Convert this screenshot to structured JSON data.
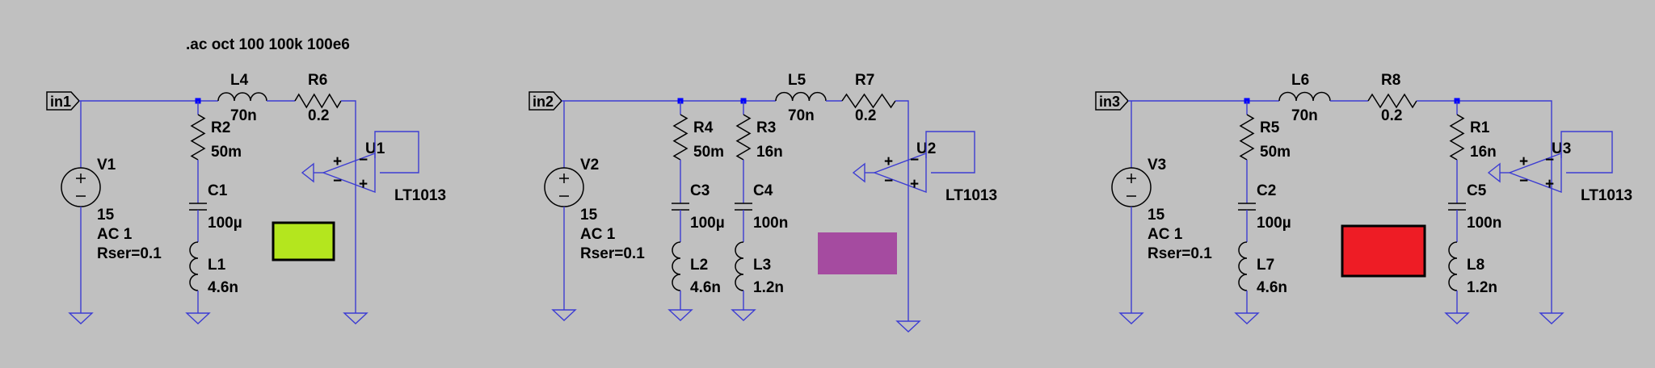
{
  "directive": ".ac oct 100 100k 100e6",
  "colors": {
    "wire": "#3c3cd2",
    "component": "#000000",
    "background": "#c0c0c0"
  },
  "circuits": [
    {
      "net": "in1",
      "source": {
        "name": "V1",
        "value": "15",
        "ac": "AC 1",
        "rser": "Rser=0.1"
      },
      "inductor_series": {
        "name": "L4",
        "value": "70n"
      },
      "resistor_series": {
        "name": "R6",
        "value": "0.2"
      },
      "branches": [
        {
          "r": {
            "name": "R2",
            "value": "50m"
          },
          "c": {
            "name": "C1",
            "value": "100µ"
          },
          "l": {
            "name": "L1",
            "value": "4.6n"
          }
        }
      ],
      "opamp": {
        "name": "U1",
        "model": "LT1013"
      },
      "swatch": {
        "color": "#b4e61e",
        "border": "#000000"
      }
    },
    {
      "net": "in2",
      "source": {
        "name": "V2",
        "value": "15",
        "ac": "AC 1",
        "rser": "Rser=0.1"
      },
      "inductor_series": {
        "name": "L5",
        "value": "70n"
      },
      "resistor_series": {
        "name": "R7",
        "value": "0.2"
      },
      "branches": [
        {
          "r": {
            "name": "R4",
            "value": "50m"
          },
          "c": {
            "name": "C3",
            "value": "100µ"
          },
          "l": {
            "name": "L2",
            "value": "4.6n"
          }
        },
        {
          "r": {
            "name": "R3",
            "value": "16n"
          },
          "c": {
            "name": "C4",
            "value": "100n"
          },
          "l": {
            "name": "L3",
            "value": "1.2n"
          }
        }
      ],
      "opamp": {
        "name": "U2",
        "model": "LT1013"
      },
      "swatch": {
        "color": "#a54ba0",
        "border": "#a54ba0"
      }
    },
    {
      "net": "in3",
      "source": {
        "name": "V3",
        "value": "15",
        "ac": "AC 1",
        "rser": "Rser=0.1"
      },
      "inductor_series": {
        "name": "L6",
        "value": "70n"
      },
      "resistor_series": {
        "name": "R8",
        "value": "0.2"
      },
      "branches": [
        {
          "r": {
            "name": "R5",
            "value": "50m"
          },
          "c": {
            "name": "C2",
            "value": "100µ"
          },
          "l": {
            "name": "L7",
            "value": "4.6n"
          }
        },
        {
          "r": {
            "name": "R1",
            "value": "16n"
          },
          "c": {
            "name": "C5",
            "value": "100n"
          },
          "l": {
            "name": "L8",
            "value": "1.2n"
          }
        }
      ],
      "opamp": {
        "name": "U3",
        "model": "LT1013"
      },
      "swatch": {
        "color": "#ee1c25",
        "border": "#000000"
      }
    }
  ]
}
